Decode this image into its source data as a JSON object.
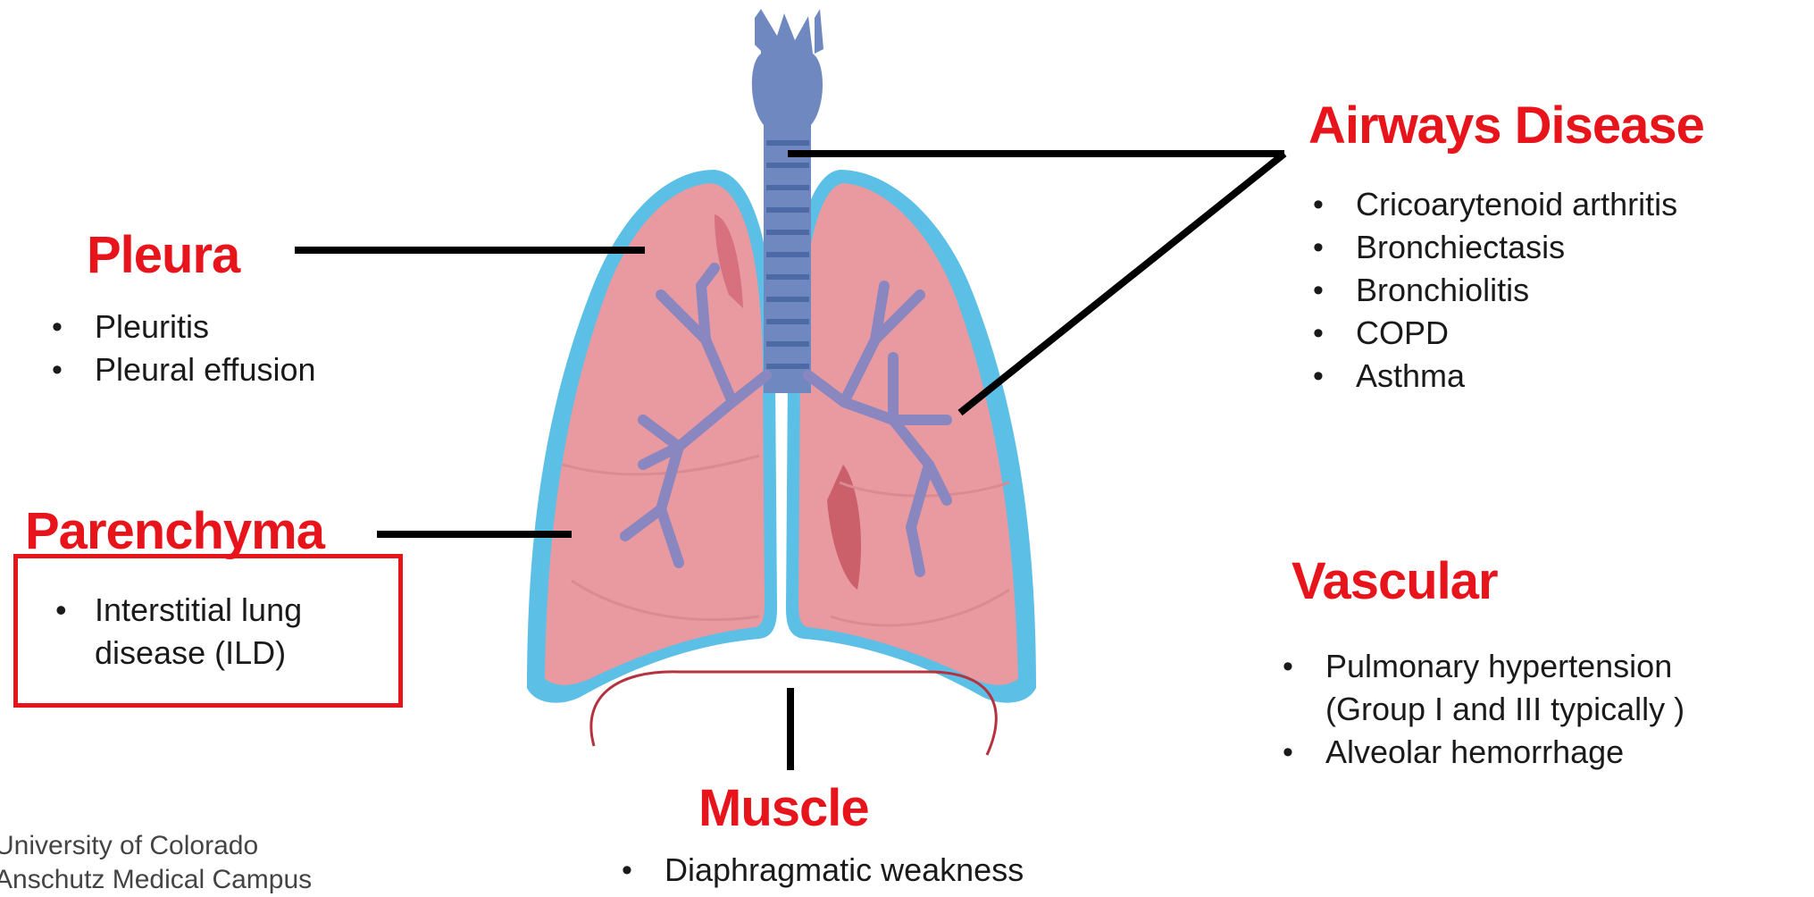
{
  "sections": {
    "pleura": {
      "title": "Pleura",
      "items": [
        "Pleuritis",
        "Pleural effusion"
      ]
    },
    "parenchyma": {
      "title": "Parenchyma",
      "items": [
        "Interstitial lung disease (ILD)"
      ]
    },
    "airways": {
      "title": "Airways Disease",
      "items": [
        "Cricoarytenoid arthritis",
        "Bronchiectasis",
        "Bronchiolitis",
        "COPD",
        "Asthma"
      ]
    },
    "vascular": {
      "title": "Vascular",
      "items": [
        "Pulmonary hypertension",
        "(Group I and III typically )",
        "Alveolar hemorrhage"
      ]
    },
    "muscle": {
      "title": "Muscle",
      "items": [
        "Diaphragmatic weakness"
      ]
    }
  },
  "footer": {
    "line1": "University of Colorado",
    "line2": "Anschutz Medical Campus"
  },
  "colors": {
    "heading": "#e8141b",
    "lung_fill": "#e89aa0",
    "lung_outline": "#5bbfe6",
    "airway": "#6f89c0",
    "connector": "#000000"
  }
}
